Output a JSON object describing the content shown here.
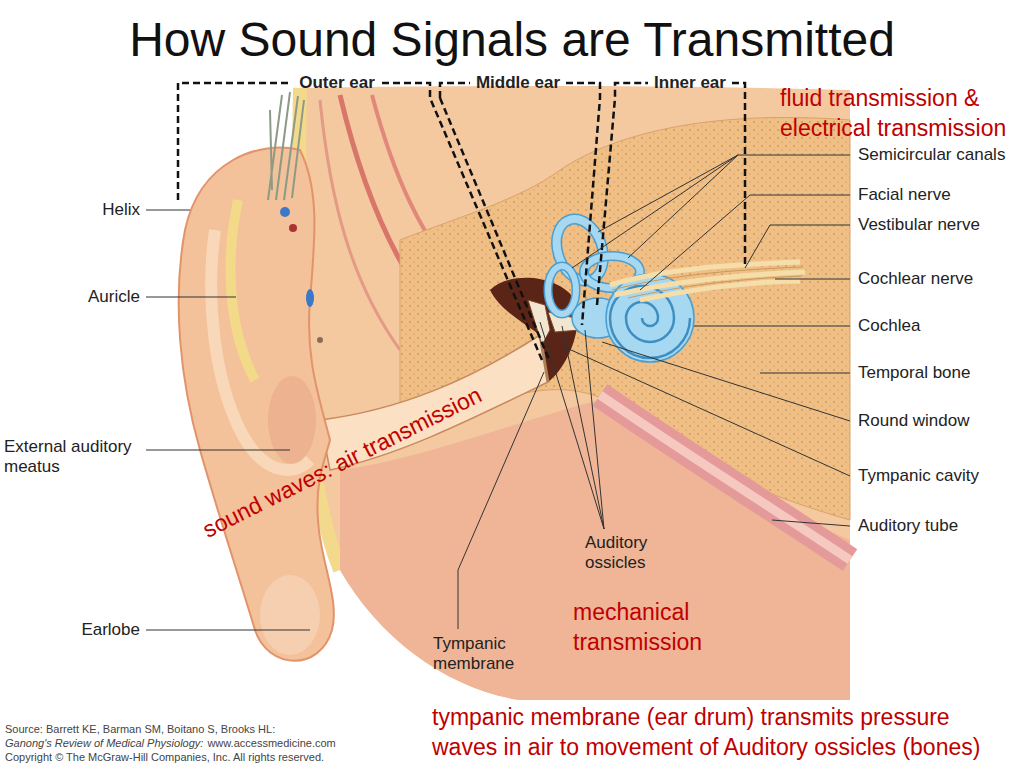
{
  "diagram": {
    "title": "How Sound Signals are Transmitted",
    "labels": [
      "Outer ear",
      "Middle ear",
      "Inner ear",
      "fluid transmission & electrical transmission",
      "Semicircular canals",
      "Facial nerve",
      "Vestibular nerve",
      "Helix",
      "Cochlear nerve",
      "Auricle",
      "Cochlea",
      "Temporal bone",
      "Round window",
      "External auditory meatus",
      "sound waves: air transmission",
      "Tympanic cavity",
      "Auditory tube",
      "Auditory ossicles",
      "mechanical transmission",
      "Earlobe",
      "Tympanic membrane",
      "tympanic membrane (ear drum) transmits pressure waves in air to movement of Auditory ossicles (bones)",
      "Source: Barrett KE, Barman SM, Boitano S, Brooks HL:",
      "Ganong's Review of Medical Physiology:",
      "www.accessmedicine.com",
      "Copyright © The McGraw-Hill Companies, Inc. All rights reserved."
    ]
  }
}
